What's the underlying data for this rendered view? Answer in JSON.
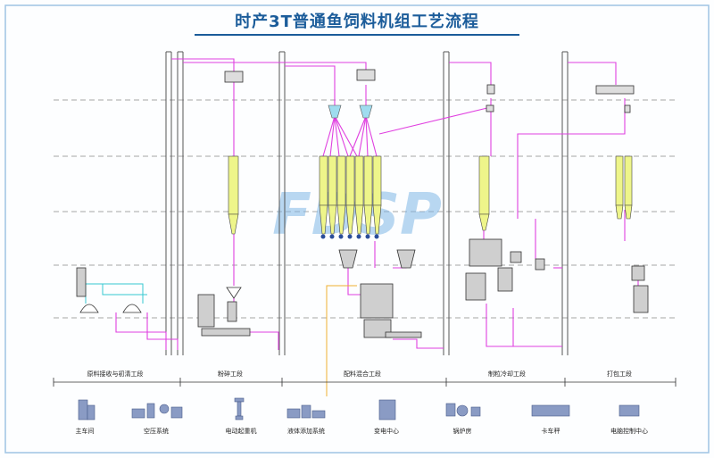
{
  "title": "时产3T普通鱼饲料机组工艺流程",
  "watermark": "FDSP",
  "stages": [
    {
      "label": "原料接收与初清工段"
    },
    {
      "label": "粉碎工段"
    },
    {
      "label": "配料混合工段"
    },
    {
      "label": "制粒冷却工段"
    },
    {
      "label": "打包工段"
    }
  ],
  "facilities": [
    {
      "label": "主车间",
      "icon": "building-icon"
    },
    {
      "label": "空压系统",
      "icon": "air-compressor-icon"
    },
    {
      "label": "电动起重机",
      "icon": "crane-icon"
    },
    {
      "label": "液体添加系统",
      "icon": "liquid-addition-icon"
    },
    {
      "label": "变电中心",
      "icon": "substation-icon"
    },
    {
      "label": "锅炉房",
      "icon": "boiler-icon"
    },
    {
      "label": "卡车秤",
      "icon": "truck-scale-icon"
    },
    {
      "label": "电脑控制中心",
      "icon": "computer-control-icon"
    }
  ],
  "colors": {
    "title": "#1b5c9a",
    "pipe": "#e040e0",
    "dust_pipe": "#35c8d0",
    "oil_pipe": "#f0b030",
    "bin": "#eef58a",
    "level_lines": "#888888",
    "equipment": "#333333",
    "watermark": "#7fb6e6"
  }
}
